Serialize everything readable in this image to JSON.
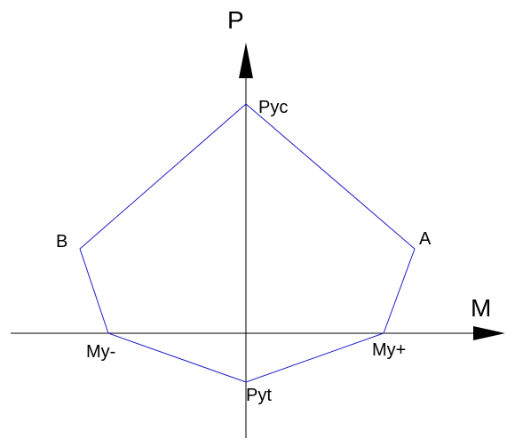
{
  "axes": {
    "vertical_label": "P",
    "horizontal_label": "M",
    "axis_color": "#000000"
  },
  "polygon": {
    "stroke_color": "#1c1ccc"
  },
  "points": {
    "pyc": "Pyc",
    "a": "A",
    "my_plus": "My+",
    "pyt": "Pyt",
    "my_minus": "My-",
    "b": "B"
  }
}
